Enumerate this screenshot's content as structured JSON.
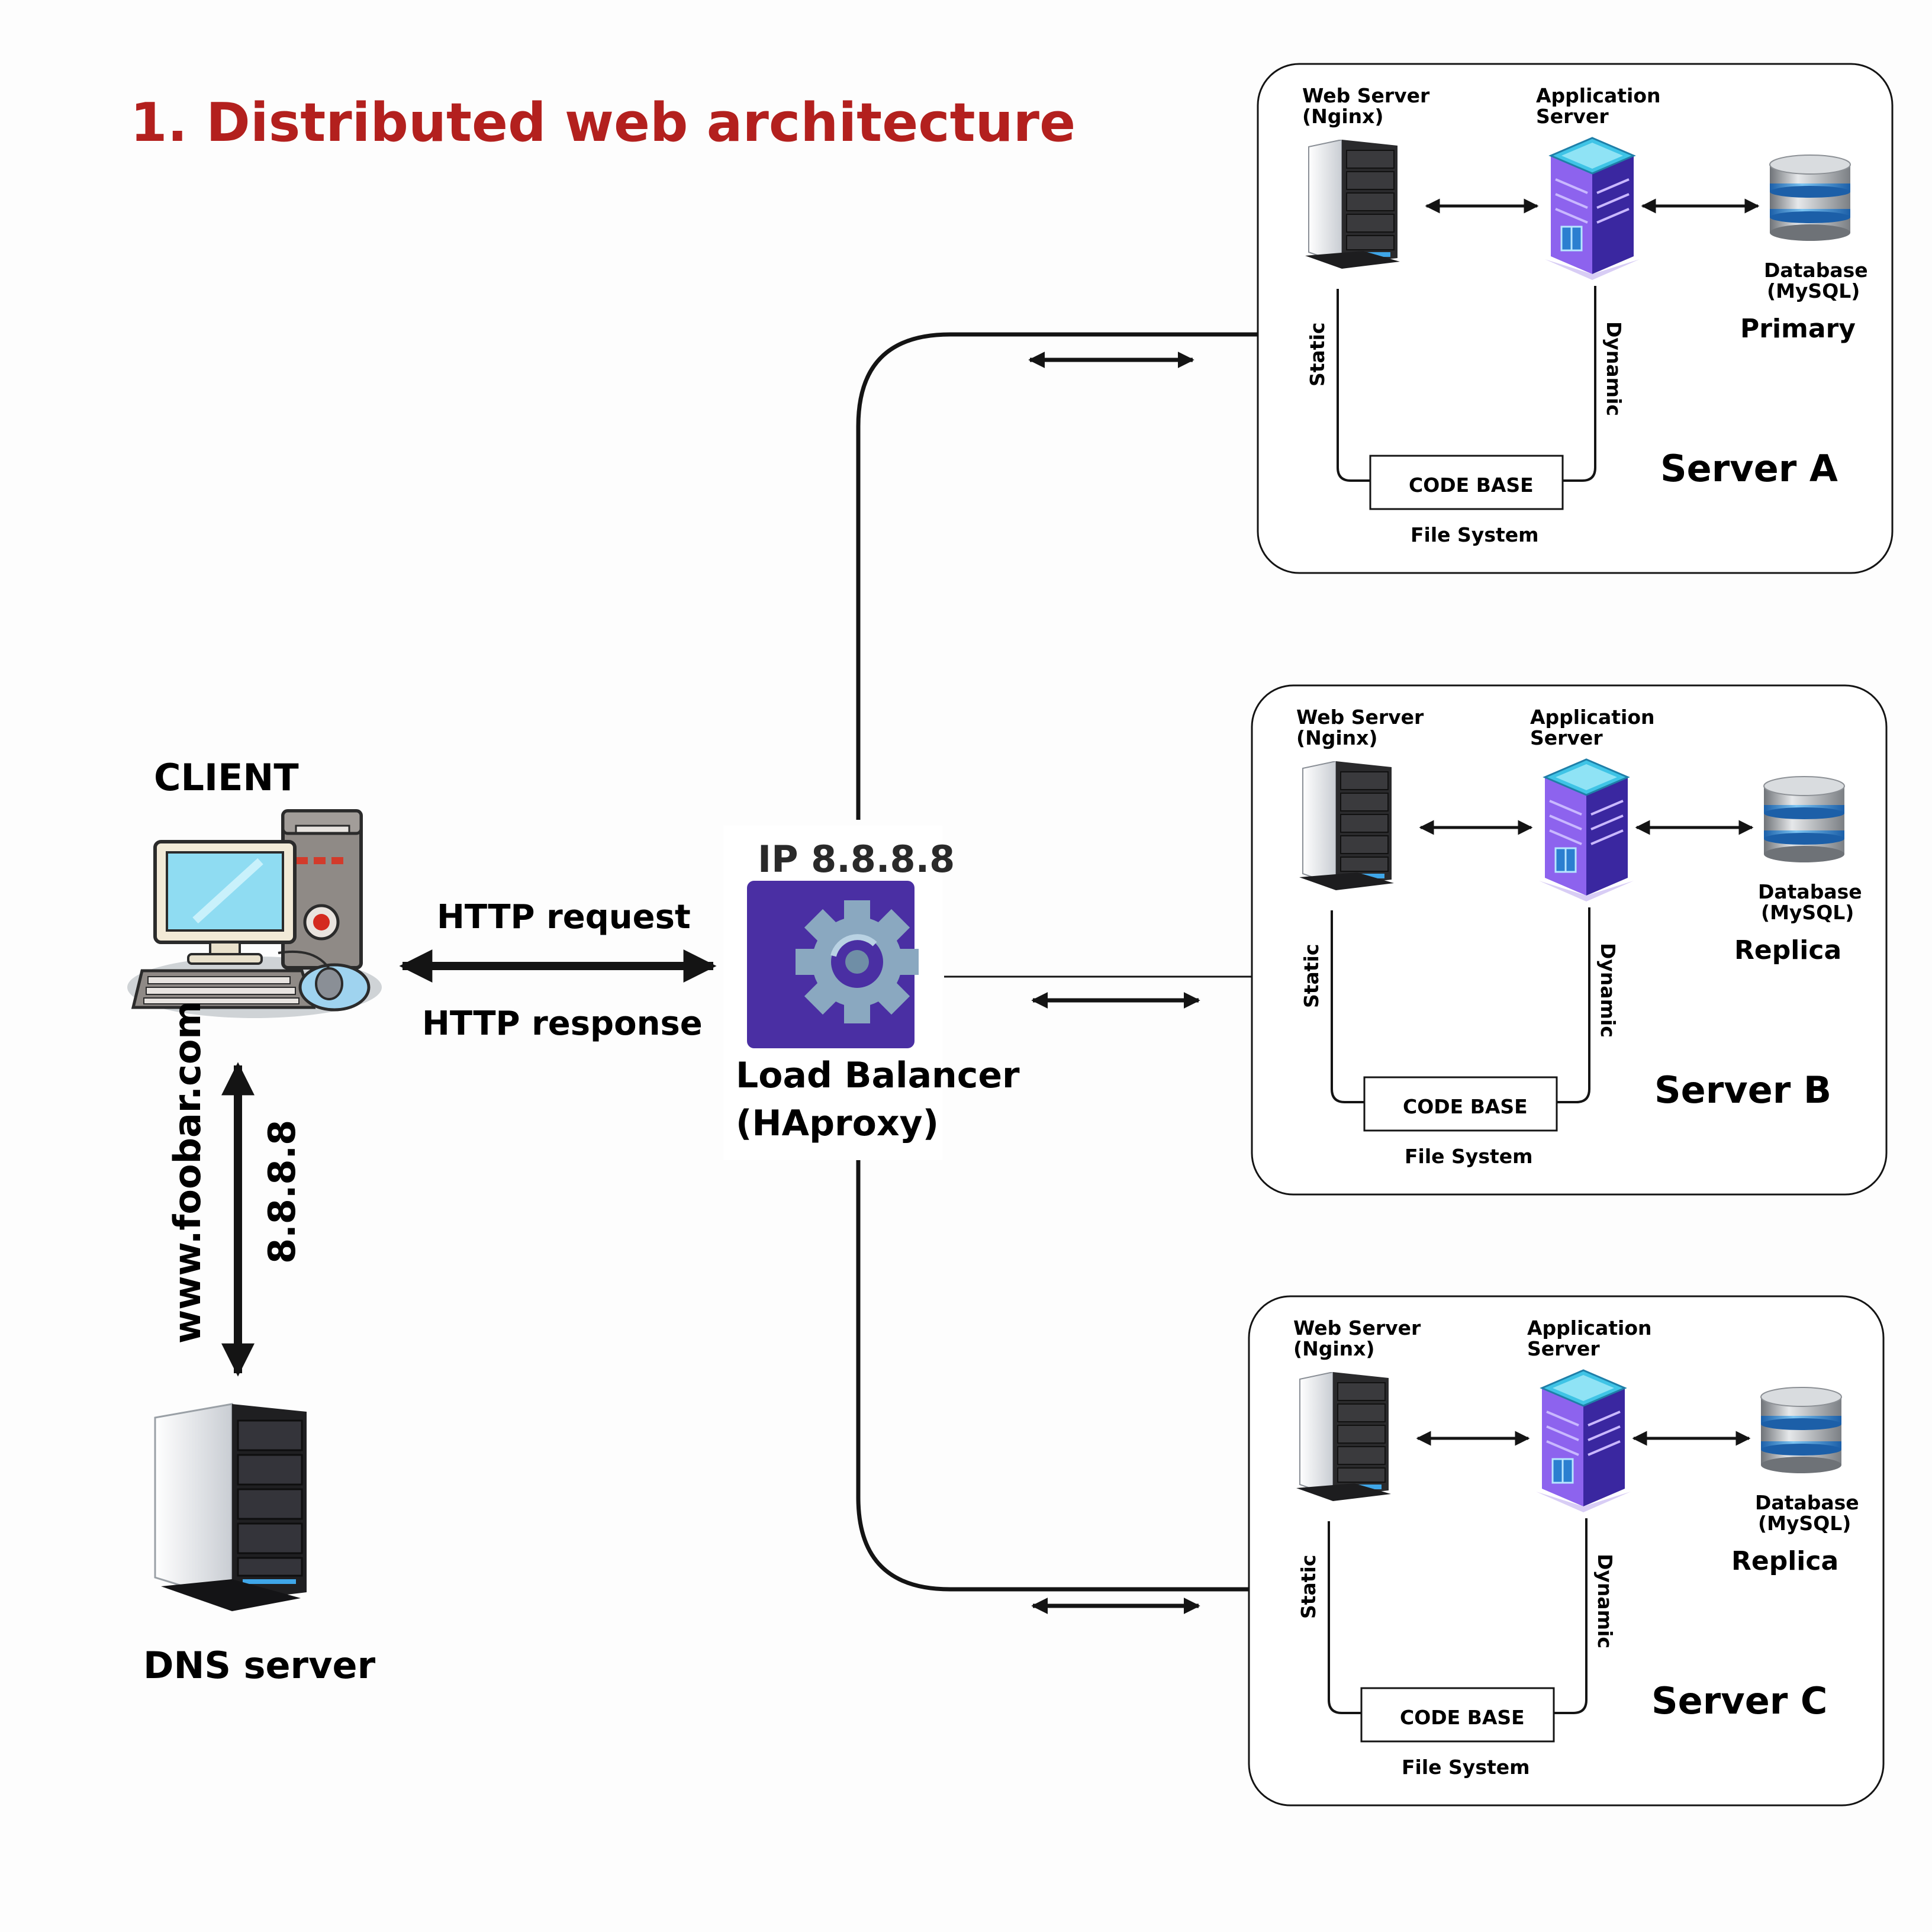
{
  "title": "1. Distributed web architecture",
  "colors": {
    "title": "#b3201e",
    "line": "#141414",
    "lb_background": "#4a2fa3",
    "gear": "#8aa8c0",
    "app_server_body": "#5b3bd1",
    "app_server_top": "#2bb3d9"
  },
  "client": {
    "label": "CLIENT",
    "icon": "desktop-computer-icon",
    "request_label": "HTTP request",
    "response_label": "HTTP response"
  },
  "dns": {
    "label": "DNS server",
    "icon": "server-tower-icon",
    "query_label": "www.foobar.com",
    "answer_label": "8.8.8.8"
  },
  "load_balancer": {
    "ip_label": "IP 8.8.8.8",
    "name_line1": "Load Balancer",
    "name_line2": "(HAproxy)",
    "icon": "gear-icon"
  },
  "servers": [
    {
      "name": "Server A",
      "web_server_line1": "Web Server",
      "web_server_line2": "(Nginx)",
      "app_server_line1": "Application",
      "app_server_line2": "Server",
      "database_line1": "Database",
      "database_line2": "(MySQL)",
      "db_role": "Primary",
      "static_label": "Static",
      "dynamic_label": "Dynamic",
      "code_base": "CODE BASE",
      "file_system": "File System"
    },
    {
      "name": "Server B",
      "web_server_line1": "Web Server",
      "web_server_line2": "(Nginx)",
      "app_server_line1": "Application",
      "app_server_line2": "Server",
      "database_line1": "Database",
      "database_line2": "(MySQL)",
      "db_role": "Replica",
      "static_label": "Static",
      "dynamic_label": "Dynamic",
      "code_base": "CODE BASE",
      "file_system": "File System"
    },
    {
      "name": "Server C",
      "web_server_line1": "Web Server",
      "web_server_line2": "(Nginx)",
      "app_server_line1": "Application",
      "app_server_line2": "Server",
      "database_line1": "Database",
      "database_line2": "(MySQL)",
      "db_role": "Replica",
      "static_label": "Static",
      "dynamic_label": "Dynamic",
      "code_base": "CODE BASE",
      "file_system": "File System"
    }
  ]
}
